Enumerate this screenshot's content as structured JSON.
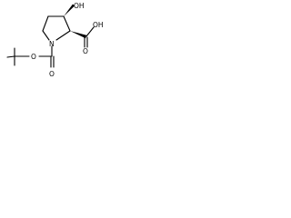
{
  "molecule": {
    "atom_labels": {
      "hydroxyl": "OH",
      "acid_carbonyl_oxygen": "O",
      "acid_hydroxyl": "OH",
      "ring_nitrogen": "N",
      "carbamate_carbonyl_oxygen": "O",
      "ester_oxygen": "O"
    },
    "stereo_bonds": {
      "c3_to_oh": "wedge",
      "c2_to_cooh": "wedge"
    },
    "colors": {
      "bonds": "#000000",
      "labels": "#000000",
      "background": "#ffffff"
    }
  }
}
